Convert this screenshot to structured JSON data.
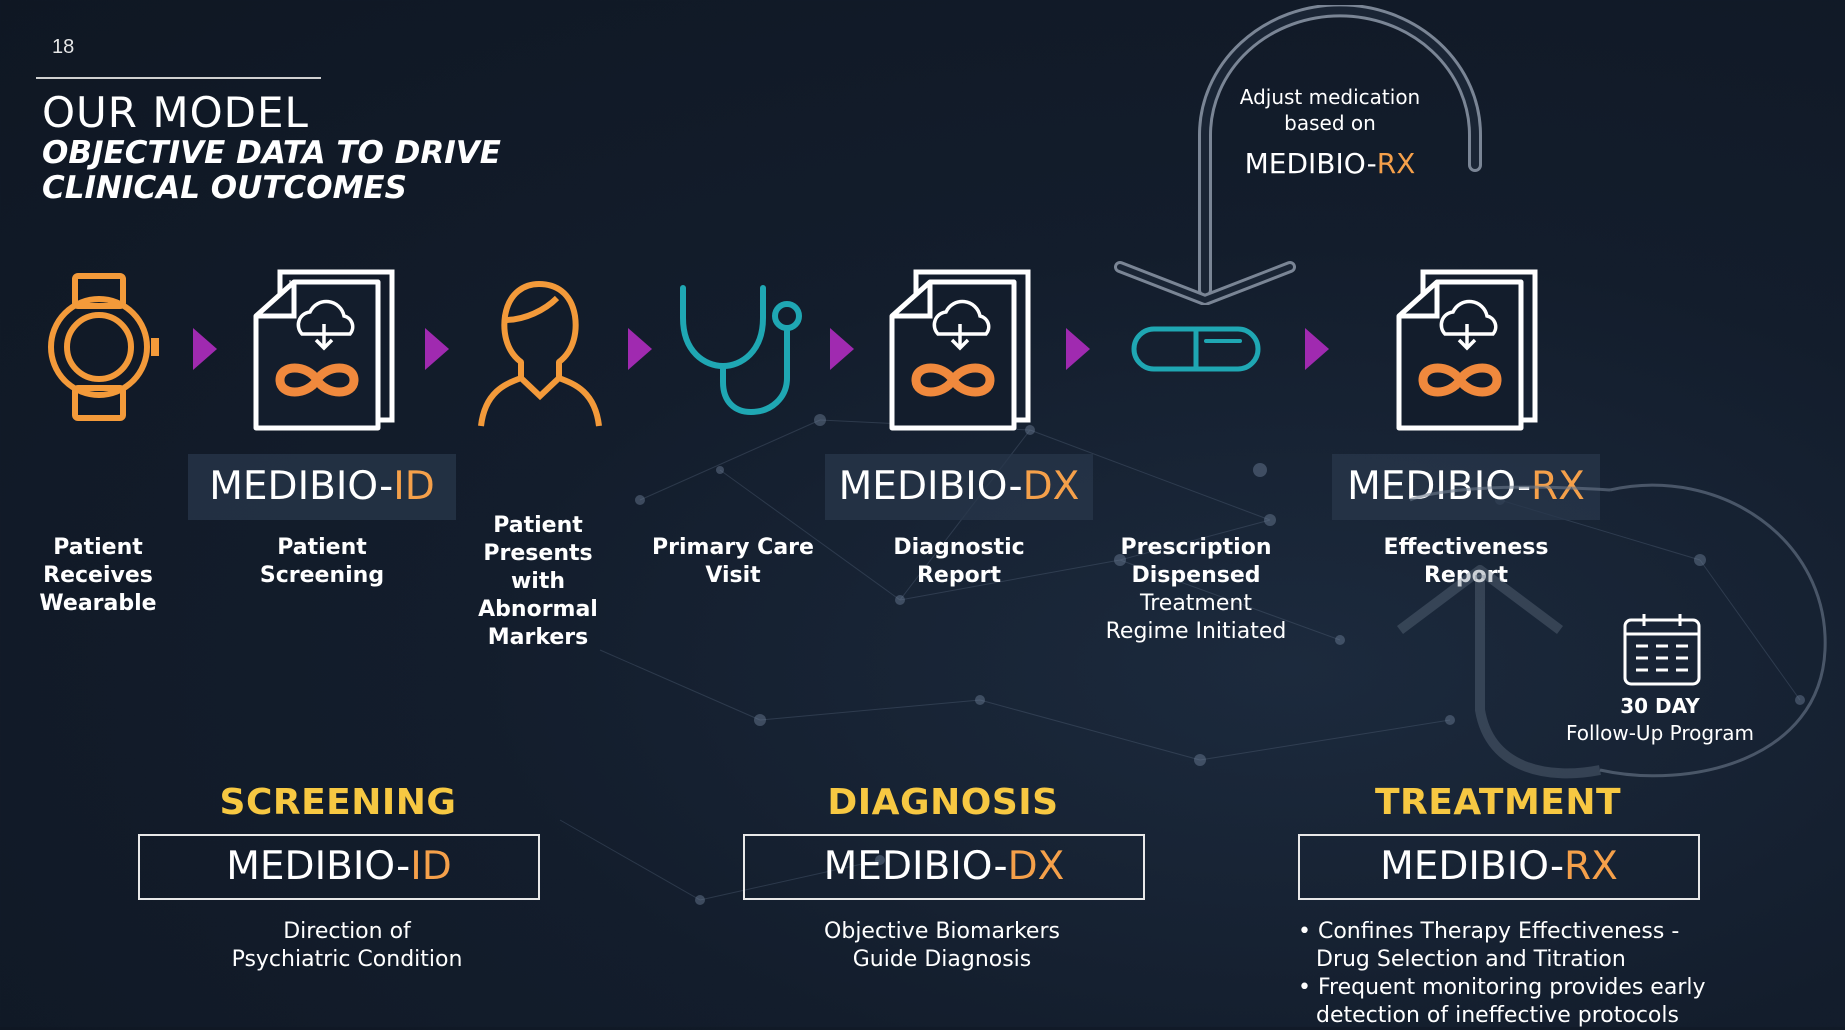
{
  "page_number": "18",
  "title": "OUR MODEL",
  "subtitle": "OBJECTIVE DATA TO DRIVE CLINICAL OUTCOMES",
  "colors": {
    "accent_orange": "#f5a04a",
    "arrow_purple": "#a02ab0",
    "teal": "#1fa7b3",
    "phase_yellow": "#f7c842"
  },
  "loop": {
    "line1": "Adjust medication",
    "line2": "based on",
    "product_prefix": "MEDIBIO-",
    "product_suffix": "RX"
  },
  "steps": [
    {
      "icon": "smartwatch-icon",
      "label": "Patient Receives Wearable"
    },
    {
      "icon": "report-document-icon",
      "label": "Patient Screening",
      "product_prefix": "MEDIBIO-",
      "product_suffix": "ID"
    },
    {
      "icon": "patient-person-icon",
      "label": "Patient Presents with Abnormal Markers"
    },
    {
      "icon": "stethoscope-icon",
      "label": "Primary Care Visit"
    },
    {
      "icon": "report-document-icon",
      "label": "Diagnostic Report",
      "product_prefix": "MEDIBIO-",
      "product_suffix": "DX"
    },
    {
      "icon": "pill-capsule-icon",
      "label": "Prescription Dispensed",
      "sublabel": "Treatment Regime Initiated"
    },
    {
      "icon": "report-document-icon",
      "label": "Effectiveness Report",
      "product_prefix": "MEDIBIO-",
      "product_suffix": "RX"
    }
  ],
  "followup": {
    "icon": "calendar-icon",
    "line1": "30 DAY",
    "line2": "Follow-Up Program"
  },
  "phases": [
    {
      "heading": "SCREENING",
      "product_prefix": "MEDIBIO-",
      "product_suffix": "ID",
      "description_lines": [
        "Direction of",
        "Psychiatric Condition"
      ]
    },
    {
      "heading": "DIAGNOSIS",
      "product_prefix": "MEDIBIO-",
      "product_suffix": "DX",
      "description_lines": [
        "Objective Biomarkers",
        "Guide Diagnosis"
      ]
    },
    {
      "heading": "TREATMENT",
      "product_prefix": "MEDIBIO-",
      "product_suffix": "RX",
      "bullets": [
        "Confines Therapy Effectiveness - Drug Selection and Titration",
        "Frequent monitoring provides early detection of ineffective protocols"
      ]
    }
  ]
}
